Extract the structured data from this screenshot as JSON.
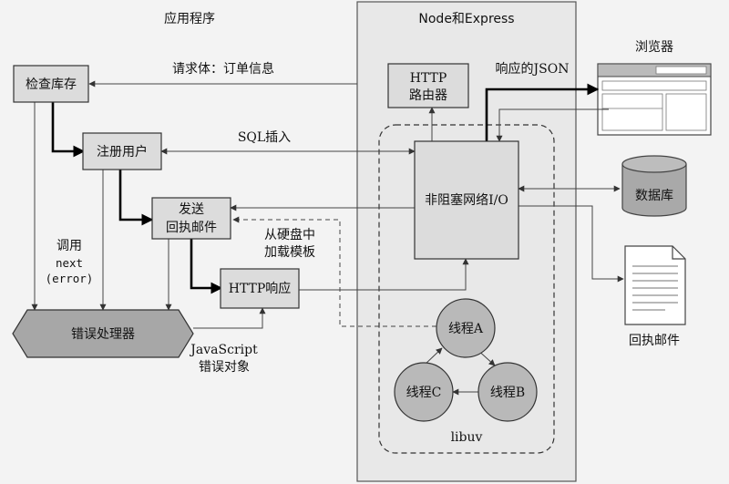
{
  "app_section_title": "应用程序",
  "server_section_title": "Node和Express",
  "nodes": {
    "check_inventory": "检查库存",
    "register_user": "注册用户",
    "send_receipt": [
      "发送",
      "回执邮件"
    ],
    "http_response": "HTTP响应",
    "error_handler": "错误处理器",
    "http_router": [
      "HTTP",
      "路由器"
    ],
    "nonblocking_io": "非阻塞网络I/O",
    "thread_a": "线程A",
    "thread_b": "线程B",
    "thread_c": "线程C",
    "libuv": "libuv",
    "browser": "浏览器",
    "database": "数据库",
    "receipt_email": "回执邮件"
  },
  "edge_labels": {
    "request_body": "请求体：订单信息",
    "sql_insert": "SQL插入",
    "json_response": "响应的JSON",
    "load_template": [
      "从硬盘中",
      "加载模板"
    ],
    "call_next": [
      "调用",
      "next",
      "(error)"
    ],
    "js_error": [
      "JavaScript",
      "错误对象"
    ]
  },
  "colors": {
    "background": "#f3f3f3",
    "box_fill": "#dcdcdc",
    "panel_fill": "#e8e8e8",
    "thread_fill": "#b9b9b9",
    "error_fill": "#a7a7a7"
  }
}
